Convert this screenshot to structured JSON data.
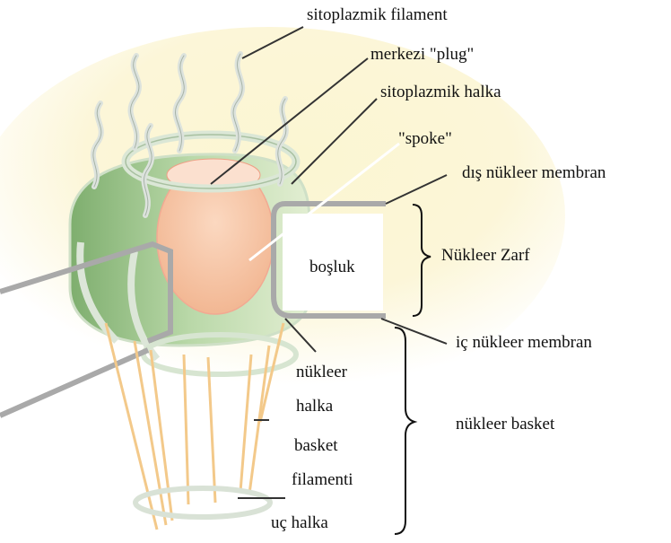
{
  "labels": {
    "cytoplasmic_filament": "sitoplazmik filament",
    "central_plug": "merkezi \"plug\"",
    "cytoplasmic_ring": "sitoplazmik halka",
    "spoke": "\"spoke\"",
    "outer_membrane": "dış nükleer membran",
    "lumen": "boşluk",
    "nuclear_envelope": "Nükleer Zarf",
    "inner_membrane": "iç nükleer membran",
    "nuclear_ring_line1": "nükleer",
    "nuclear_ring_line2": "halka",
    "nuclear_basket": "nükleer basket",
    "basket_filaments_line1": "basket",
    "basket_filaments_line2": "filamenti",
    "terminal_ring": "uç halka"
  },
  "colors": {
    "membrane": "#a8a8a8",
    "ring": "#c9dcc4",
    "plug": "#f6c9b0",
    "basket_filament": "#f2c27a",
    "glow": "#fbf3c6",
    "leader": "#333333"
  }
}
